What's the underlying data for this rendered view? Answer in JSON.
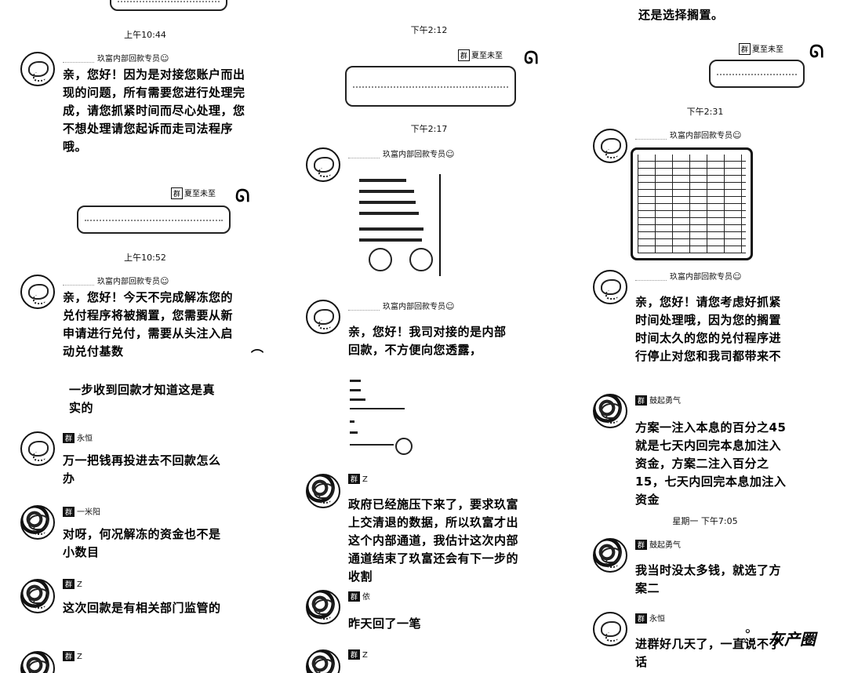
{
  "col1": {
    "ts1": "上午10:44",
    "m1_role": "玖富内部回款专员",
    "m1_text": "亲，您好！因为是对接您账户而出现的问题，所有需要您进行处理完成，请您抓紧时间而尽心处理，您不想处理请您起诉而走司法程序哦。",
    "out1_name": "夏至未至",
    "ts2": "上午10:52",
    "m2_role": "玖富内部回款专员",
    "m2_text": "亲，您好！今天不完成解冻您的兑付程序将被搁置，您需要从新申请进行兑付，需要从头注入启动兑付基数",
    "m3_text": "一步收到回款才知道这是真实的",
    "m4_name": "永恒",
    "m4_text": "万一把钱再投进去不回款怎么办",
    "m5_name": "一米阳",
    "m5_text": "对呀，何况解冻的资金也不是小数目",
    "m6_name": "Z",
    "m6_text": "这次回款是有相关部门监管的",
    "m7_name": "Z"
  },
  "col2": {
    "ts1": "下午2:12",
    "out1_name": "夏至未至",
    "ts2": "下午2:17",
    "m1_role": "玖富内部回款专员",
    "m2_role": "玖富内部回款专员",
    "m2_text": "亲，您好！我司对接的是内部回款，不方便向您透露，",
    "m3_name": "Z",
    "m3_text": "政府已经施压下来了，要求玖富上交清退的数据，所以玖富才出这个内部通道，我估计这次内部通道结束了玖富还会有下一步的收割",
    "m4_name": "依",
    "m4_text": "昨天回了一笔",
    "m5_name": "Z"
  },
  "col3": {
    "top_text": "还是选择搁置。",
    "out1_name": "夏至未至",
    "ts1": "下午2:31",
    "m1_role": "玖富内部回款专员",
    "m2_role": "玖富内部回款专员",
    "m2_text": "亲，您好！请您考虑好抓紧时间处理哦，因为您的搁置时间太久的您的兑付程序进行停止对您和我司都带来不",
    "m3_name": "鼓起勇气",
    "m3_text": "方案一注入本息的百分之45就是七天内回完本息加注入资金，方案二注入百分之15，七天内回完本息加注入资金",
    "ts2": "星期一 下午7:05",
    "m4_name": "鼓起勇气",
    "m4_text": "我当时没太多钱，就选了方案二",
    "m5_name": "永恒",
    "m5_text": "进群好几天了，一直说不了话",
    "watermark": "灰产圈"
  }
}
